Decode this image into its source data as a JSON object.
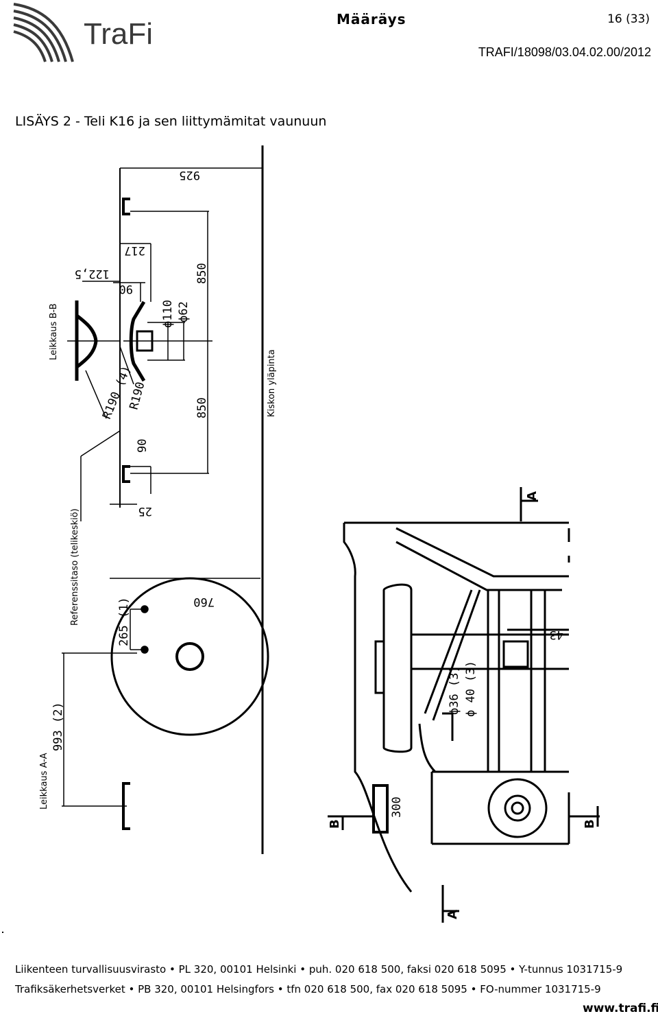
{
  "header": {
    "logo_text": "TraFi",
    "doc_type": "Määräys",
    "page": "16 (33)",
    "reference": "TRAFI/18098/03.04.02.00/2012"
  },
  "section_title": "LISÄYS 2 - Teli K16 ja sen liittymämitat vaunuun",
  "drawing": {
    "dims": {
      "d925": "925",
      "d217": "217",
      "d1225": "122,5",
      "d90a": "90",
      "d850a": "850",
      "d850b": "850",
      "phi110": "ϕ110",
      "phi62": "ϕ62",
      "r190_4": "R190 (4)",
      "r190": "R190",
      "d90b": "90",
      "d25": "25",
      "d760": "760",
      "d265": "265 (1)",
      "d993": "993 (2)",
      "d43": "43",
      "phi36": "ϕ36 (3)",
      "phi40": "ϕ 40 (3)",
      "d300": "300"
    },
    "labels": {
      "leikkaus_bb": "Leikkaus B-B",
      "leikkaus_aa": "Leikkaus A-A",
      "kiskon": "Kiskon yläpinta",
      "referenssi": "Referenssitaso (telikeskiö)"
    },
    "section_marks": {
      "a_top": "A",
      "a_bottom": "A",
      "b_left": "B",
      "b_right": "B"
    }
  },
  "footer": {
    "line1": "Liikenteen turvallisuusvirasto • PL 320, 00101 Helsinki • puh. 020 618 500, faksi 020 618 5095 • Y-tunnus 1031715-9",
    "line2": "Trafiksäkerhetsverket • PB 320, 00101 Helsingfors • tfn 020 618 500, fax 020 618 5095 • FO-nummer 1031715-9",
    "website": "www.trafi.fi"
  }
}
